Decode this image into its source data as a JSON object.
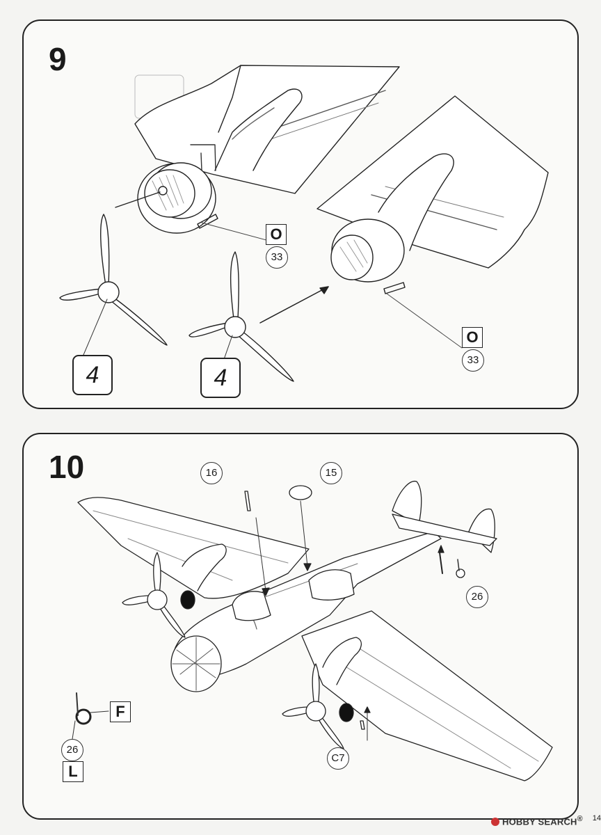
{
  "steps": [
    {
      "number": "9",
      "callouts": [
        {
          "part": "33",
          "sprue": "O"
        },
        {
          "part": "33",
          "sprue": "O"
        }
      ],
      "part_boxes": [
        "4",
        "4"
      ]
    },
    {
      "number": "10",
      "callouts": [
        {
          "part": "16"
        },
        {
          "part": "15"
        },
        {
          "part": "26"
        },
        {
          "part": "26",
          "sprue": "L",
          "side_letter": "F"
        },
        {
          "part": "C7"
        }
      ]
    }
  ],
  "page_number": "14",
  "watermark": "HOBBY SEARCH",
  "watermark_symbol": "®"
}
